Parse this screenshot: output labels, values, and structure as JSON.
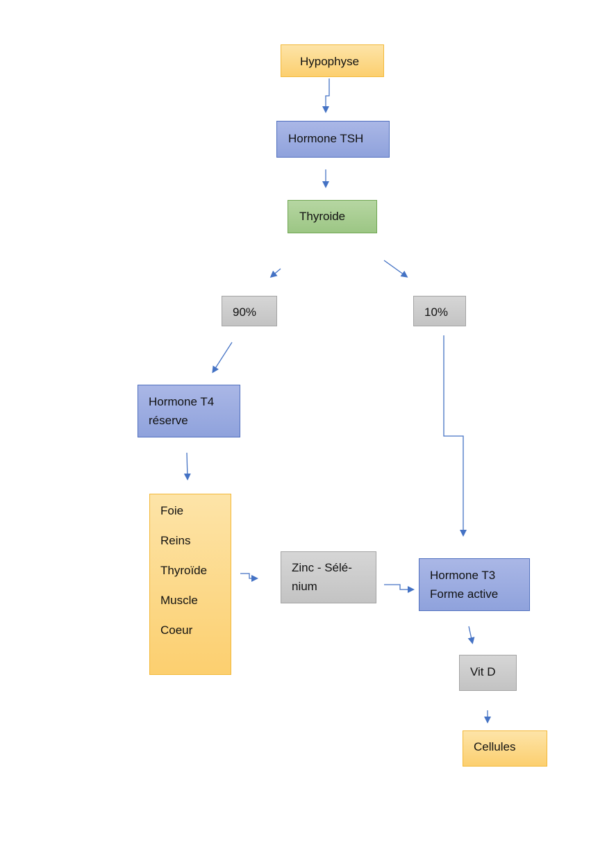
{
  "colors": {
    "arrow": "#4472c4",
    "yellow": "#fcd68a",
    "blue": "#9aace0",
    "green": "#a9ce93",
    "grey": "#cccccc"
  },
  "nodes": {
    "hypophyse": "Hypophyse",
    "tsh": "Hormone TSH",
    "thyroide": "Thyroide",
    "pct90": "90%",
    "pct10": "10%",
    "t4": "Hormone T4\nréserve",
    "organs": [
      "Foie",
      "Reins",
      "Thyroïde",
      "Muscle",
      "Coeur"
    ],
    "zinc": "Zinc - Sélé-\nnium",
    "t3": "Hormone T3\nForme active",
    "vitd": "Vit D",
    "cellules": "Cellules"
  }
}
